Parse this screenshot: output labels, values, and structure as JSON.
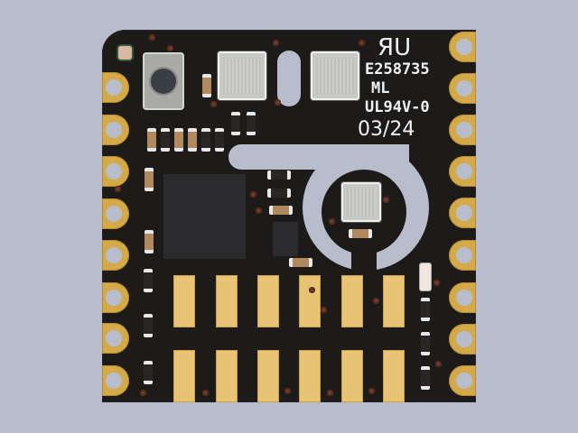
{
  "scene": {
    "subject": "Compact PCB module with castellated edge pads",
    "background_color": "#b8bdcb",
    "board_color": "#1d1a1a",
    "pad_color": "#d4a94a"
  },
  "silkscreen": {
    "ul_logo": "ЯU",
    "file_number": "E258735",
    "line2": "ML",
    "flammability": "UL94V-0",
    "date_code": "03/24"
  },
  "components": {
    "button": "tactile push button",
    "sensors": [
      "shielded sensor 1",
      "shielded sensor 2",
      "isolated sensor in cutout"
    ],
    "mcu": "QFN microcontroller",
    "led": "status LED"
  },
  "edge_pads": {
    "left_count": 8,
    "right_count": 9
  },
  "bottom_pads": {
    "rows": 2,
    "columns": 6
  }
}
